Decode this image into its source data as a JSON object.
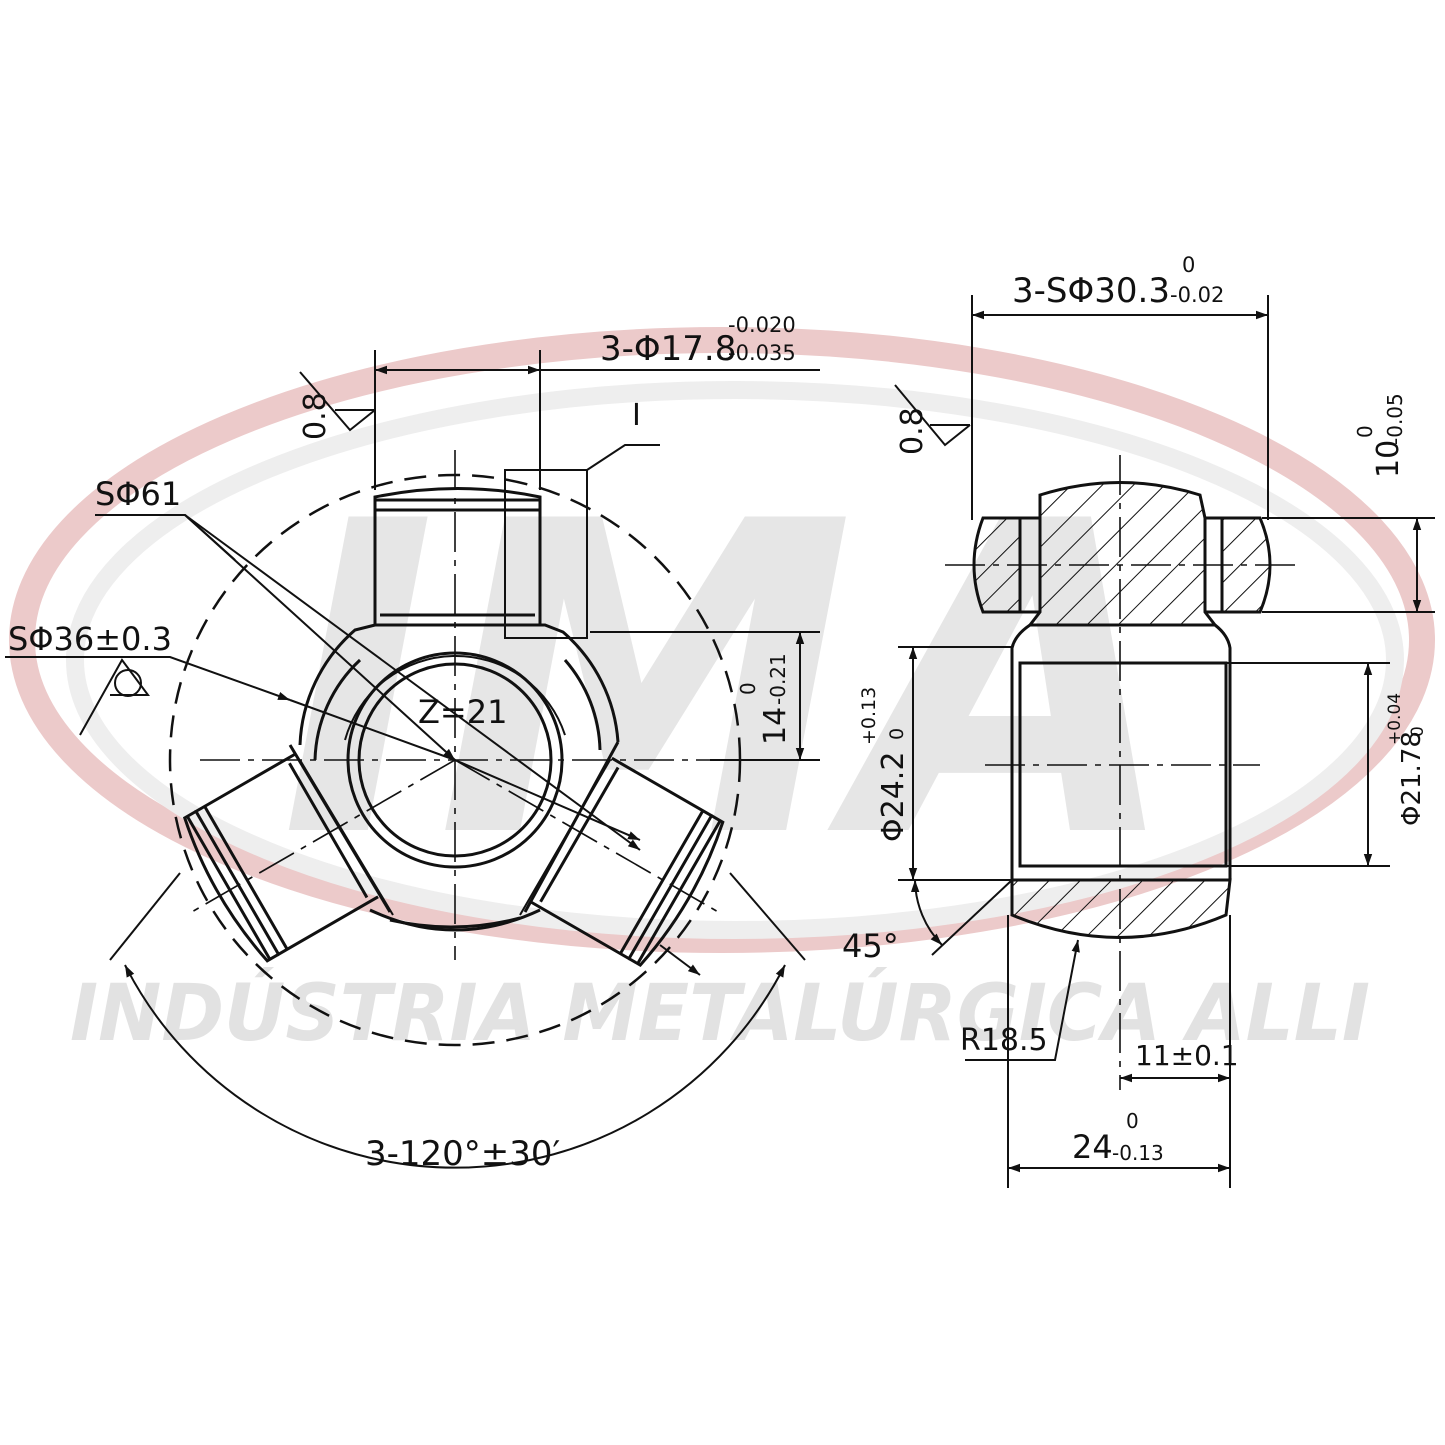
{
  "watermark": {
    "logo_letters": "IMA",
    "company_name": "INDÚSTRIA METALÚRGICA ALLI",
    "ellipse_color": "#e8b9b9",
    "letter_color": "#dddddd",
    "text_color": "#e0e0e0"
  },
  "front_view": {
    "pin_diameter": "3-Φ17.8",
    "pin_tol_upper": "-0.020",
    "pin_tol_lower": "-0.035",
    "detail_mark": "I",
    "roughness_value": "0.8",
    "sphere_outer": "SΦ61",
    "sphere_inner": "SΦ36±0.3",
    "teeth": "Z=21",
    "height_nominal": "14",
    "height_tol_upper": "0",
    "height_tol_lower": "-0.21",
    "angle_spacing": "3-120°±30′"
  },
  "side_view": {
    "ball_diameter": "3-SΦ30.3",
    "ball_tol_upper": "0",
    "ball_tol_lower": "-0.02",
    "roughness_value": "0.8",
    "thickness_nominal": "10",
    "thickness_tol_upper": "0",
    "thickness_tol_lower": "-0.05",
    "bore_outer": "Φ24.2",
    "bore_outer_tol_upper": "+0.13",
    "bore_outer_tol_lower": "0",
    "bore_inner": "Φ21.78",
    "bore_inner_tol_upper": "+0.04",
    "bore_inner_tol_lower": "0",
    "chamfer_angle": "45°",
    "radius": "R18.5",
    "offset": "11±0.1",
    "width_nominal": "24",
    "width_tol_upper": "0",
    "width_tol_lower": "-0.13"
  },
  "colors": {
    "line": "#111111",
    "background": "#ffffff"
  }
}
